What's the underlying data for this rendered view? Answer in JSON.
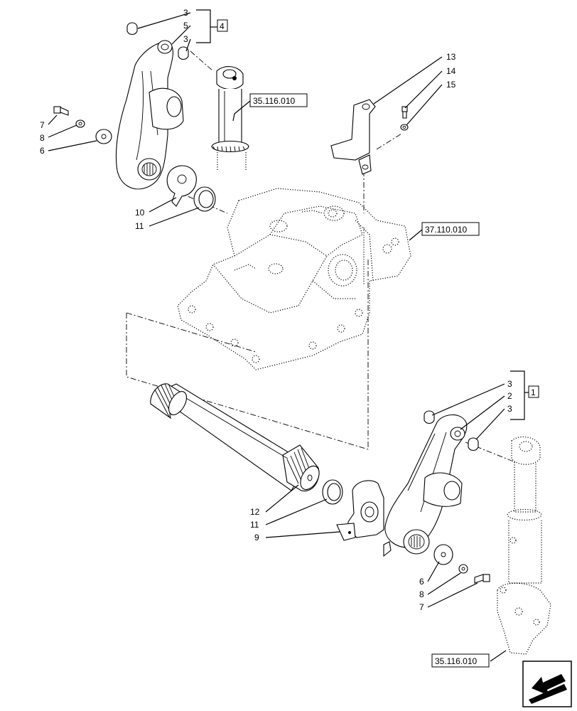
{
  "callouts": {
    "top_left": [
      {
        "id": "tl-3a",
        "label": "3"
      },
      {
        "id": "tl-5",
        "label": "5"
      },
      {
        "id": "tl-3b",
        "label": "3"
      }
    ],
    "top_left_group": "4",
    "left_fasteners": [
      {
        "id": "l-7",
        "label": "7"
      },
      {
        "id": "l-8",
        "label": "8"
      },
      {
        "id": "l-6",
        "label": "6"
      }
    ],
    "left_lower": [
      {
        "id": "l-10",
        "label": "10"
      },
      {
        "id": "l-11",
        "label": "11"
      }
    ],
    "top_right": [
      {
        "id": "tr-13",
        "label": "13"
      },
      {
        "id": "tr-14",
        "label": "14"
      },
      {
        "id": "tr-15",
        "label": "15"
      }
    ],
    "right_upper": [
      {
        "id": "r-3a",
        "label": "3"
      },
      {
        "id": "r-2",
        "label": "2"
      },
      {
        "id": "r-3b",
        "label": "3"
      }
    ],
    "right_group": "1",
    "bottom_mid": [
      {
        "id": "b-12",
        "label": "12"
      },
      {
        "id": "b-11",
        "label": "11"
      },
      {
        "id": "b-9",
        "label": "9"
      }
    ],
    "bottom_right": [
      {
        "id": "br-6",
        "label": "6"
      },
      {
        "id": "br-8",
        "label": "8"
      },
      {
        "id": "br-7",
        "label": "7"
      }
    ]
  },
  "references": {
    "top_cylinder": "35.116.010",
    "housing": "37.110.010",
    "bottom_cylinder": "35.116.010"
  },
  "nav": {
    "icon": "arrow-left-down-icon"
  }
}
